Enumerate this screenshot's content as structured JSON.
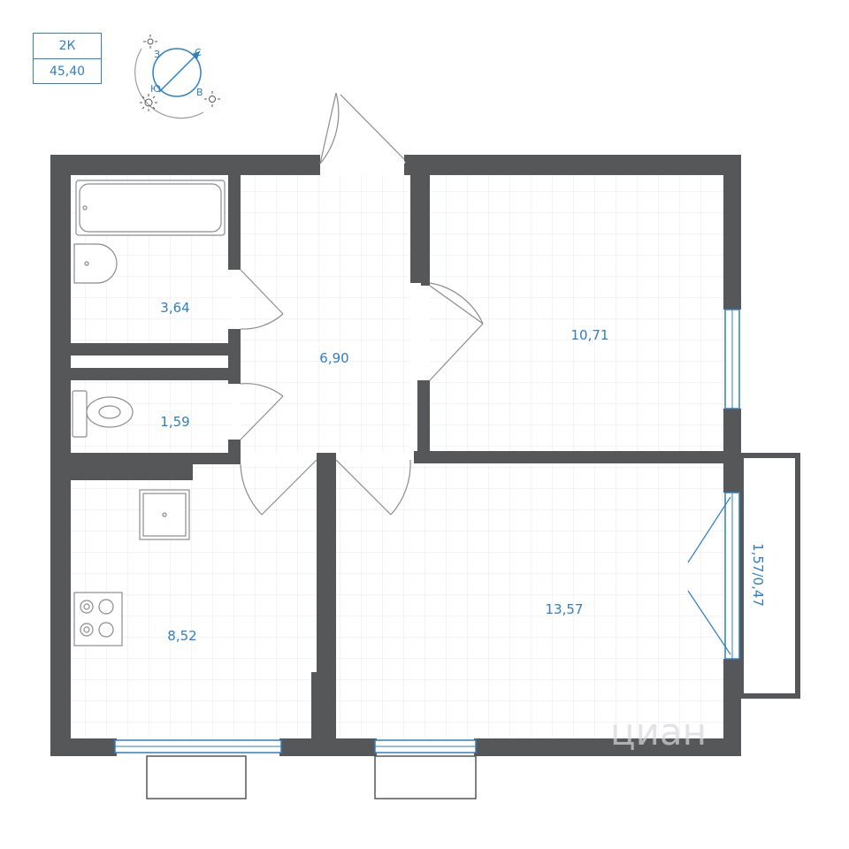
{
  "badge": {
    "rooms": "2К",
    "total_area": "45,40"
  },
  "compass": {
    "north": "С",
    "south": "Ю",
    "east": "В",
    "west": "З",
    "icon": "sun-icon"
  },
  "rooms": {
    "bathroom": "3,64",
    "toilet": "1,59",
    "hallway": "6,90",
    "bedroom": "10,71",
    "kitchen": "8,52",
    "living_room": "13,57",
    "balcony": "1,57/0,47"
  },
  "watermark": "циан",
  "colors": {
    "wall": "#555758",
    "label": "#2f7fc1",
    "window": "#2f7fc1",
    "grid": "#e8eaec",
    "fixture": "#8a8c8e"
  }
}
